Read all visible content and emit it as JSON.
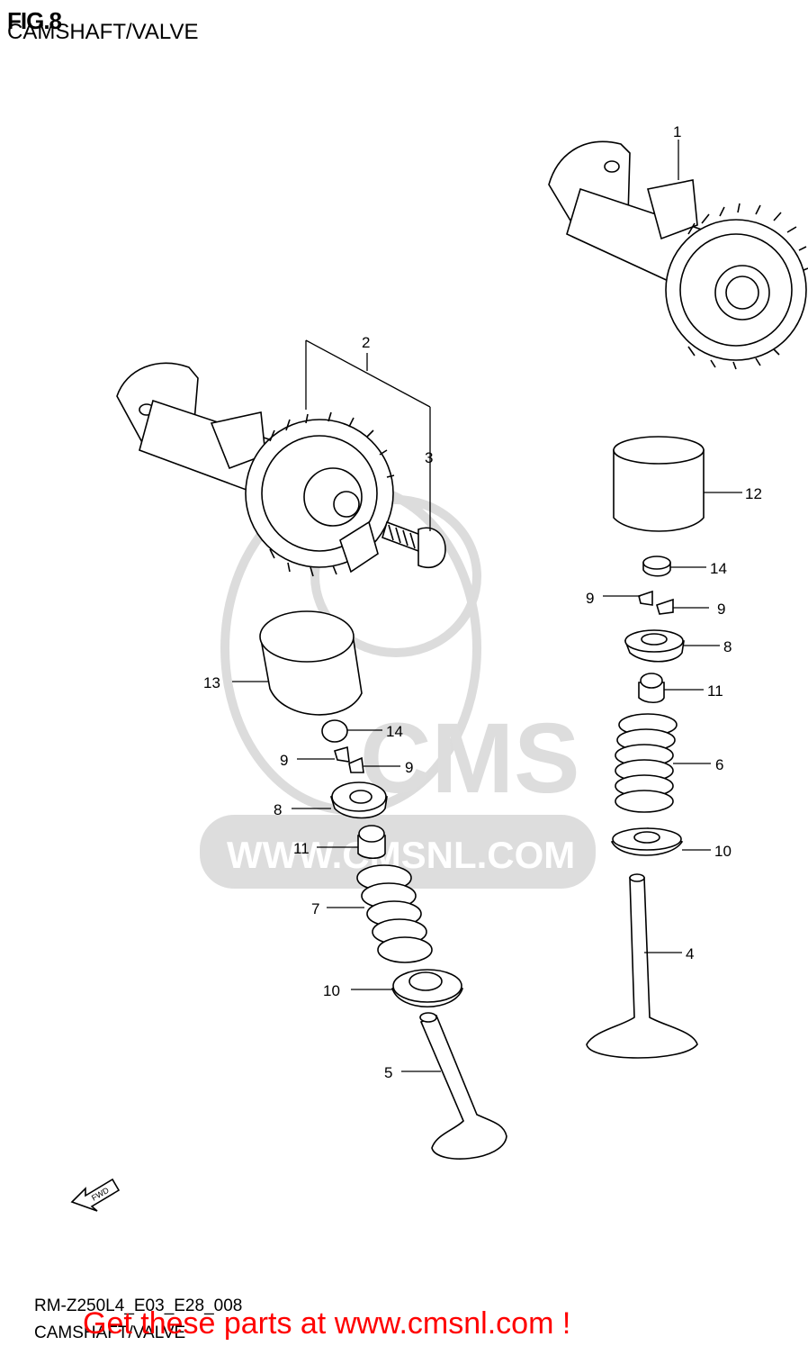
{
  "header": {
    "fig": "FIG.8",
    "subtitle": "CAMSHAFT/VALVE"
  },
  "footer": {
    "code": "RM-Z250L4_E03_E28_008",
    "subtitle": "CAMSHAFT/VALVE"
  },
  "promo": "Get these parts at www.cmsnl.com !",
  "watermark": {
    "brand": "CMS",
    "url": "WWW.CMSNL.COM"
  },
  "fwd_label": "FWD",
  "callouts": {
    "c1": "1",
    "c2": "2",
    "c3": "3",
    "c4": "4",
    "c5": "5",
    "c6": "6",
    "c7": "7",
    "c8a": "8",
    "c8b": "8",
    "c9a": "9",
    "c9b": "9",
    "c9c": "9",
    "c9d": "9",
    "c10a": "10",
    "c10b": "10",
    "c11a": "11",
    "c11b": "11",
    "c12": "12",
    "c13": "13",
    "c14a": "14",
    "c14b": "14"
  },
  "colors": {
    "line": "#000000",
    "watermark": "#d9d9d9",
    "promo": "#ff0000"
  }
}
